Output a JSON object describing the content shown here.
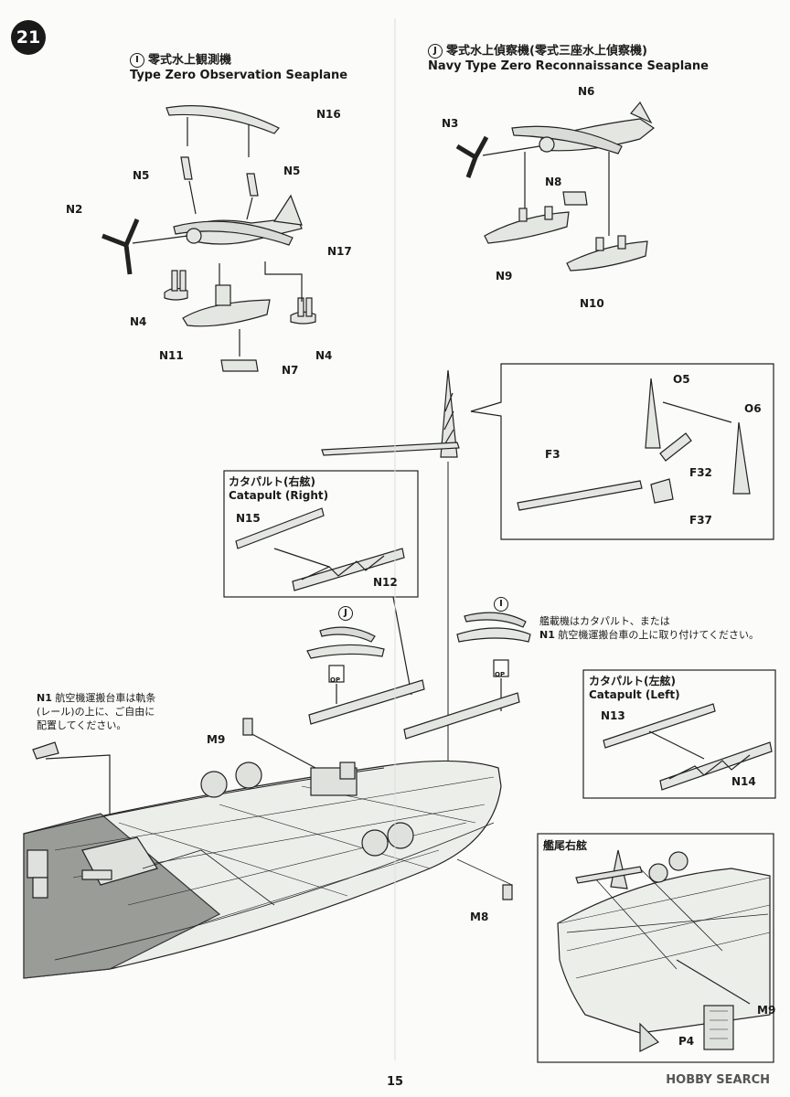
{
  "step": "21",
  "section_i": {
    "marker": "I",
    "title_jp": "零式水上観測機",
    "title_en": "Type Zero Observation Seaplane",
    "parts": {
      "n16": "N16",
      "n5a": "N5",
      "n5b": "N5",
      "n2": "N2",
      "n17": "N17",
      "n4a": "N4",
      "n4b": "N4",
      "n11": "N11",
      "n7": "N7"
    }
  },
  "section_j": {
    "marker": "J",
    "title_jp": "零式水上偵察機(零式三座水上偵察機)",
    "title_en": "Navy Type Zero Reconnaissance Seaplane",
    "parts": {
      "n6": "N6",
      "n3": "N3",
      "n8": "N8",
      "n9": "N9",
      "n10": "N10"
    }
  },
  "mast_detail": {
    "o5": "O5",
    "o6": "O6",
    "f3": "F3",
    "f32": "F32",
    "f37": "F37"
  },
  "catapult_right": {
    "title_jp": "カタパルト(右舷)",
    "title_en": "Catapult (Right)",
    "n15": "N15",
    "n12": "N12"
  },
  "catapult_left": {
    "title_jp": "カタパルト(左舷)",
    "title_en": "Catapult (Left)",
    "n13": "N13",
    "n14": "N14"
  },
  "plane_markers": {
    "j": "J",
    "i": "I",
    "op": "OP"
  },
  "note_right": {
    "line1": "艦載機はカタパルト、または",
    "n1": "N1",
    "line2": "航空機運搬台車の上に取り付けてください。"
  },
  "note_left": {
    "n1": "N1",
    "line1": "航空機運搬台車は軌条",
    "line2": "(レール)の上に、ご自由に",
    "line3": "配置してください。"
  },
  "hull_parts": {
    "m9": "M9",
    "m8": "M8"
  },
  "stern_detail": {
    "title": "艦尾右舷",
    "m9": "M9",
    "p4": "P4"
  },
  "footer": {
    "page": "15",
    "watermark": "HOBBY SEARCH"
  }
}
